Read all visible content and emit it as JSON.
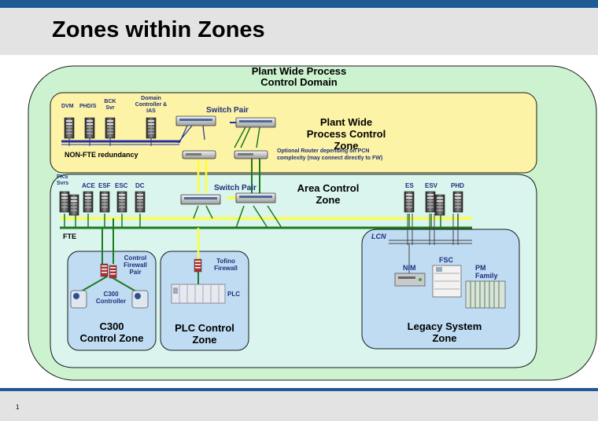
{
  "title": "Zones within Zones",
  "page_number": "1",
  "domain": {
    "line1": "Plant Wide Process",
    "line2": "Control Domain"
  },
  "pcz": {
    "title_line1": "Plant Wide",
    "title_line2": "Process Control",
    "title_line3": "Zone",
    "router_note_line1": "Optional Router  depending on PCN",
    "router_note_line2": "complexity (may connect directly to FW)",
    "redundancy": "NON-FTE redundancy",
    "switch_pair": "Switch Pair",
    "servers": {
      "dvm": "DVM",
      "phds": "PHD/S",
      "bck_line1": "BCK",
      "bck_line2": "Svr",
      "dc_line1": "Domain",
      "dc_line2": "Controller &",
      "dc_line3": "IAS"
    }
  },
  "acz": {
    "title_line1": "Area Control",
    "title_line2": "Zone",
    "switch_pair": "Switch Pair",
    "fte": "FTE",
    "servers": {
      "pks_line1": "PKS",
      "pks_line2": "Svrs",
      "ace": "ACE",
      "esf": "ESF",
      "esc": "ESC",
      "dc": "DC",
      "es": "ES",
      "esv": "ESV",
      "phd": "PHD"
    }
  },
  "c300": {
    "firewall_line1": "Control",
    "firewall_line2": "Firewall",
    "firewall_line3": "Pair",
    "controller_line1": "C300",
    "controller_line2": "Controller",
    "zone_line1": "C300",
    "zone_line2": "Control Zone"
  },
  "plc": {
    "firewall_line1": "Tofino",
    "firewall_line2": "Firewall",
    "device": "PLC",
    "zone_line1": "PLC Control",
    "zone_line2": "Zone"
  },
  "legacy": {
    "lcn": "LCN",
    "nim": "NIM",
    "fsc": "FSC",
    "pm_line1": "PM",
    "pm_line2": "Family",
    "zone_line1": "Legacy System",
    "zone_line2": "Zone"
  },
  "colors": {
    "header_bar": "#1f5a96",
    "domain_fill": "#ccf2cf",
    "pcz_fill": "#fdf3a6",
    "acz_fill": "#d9f5ee",
    "subzone_fill": "#bfdcf3",
    "green_line": "#1e7a1e",
    "yellow_line": "#ffff33",
    "blue_line": "#2030a0"
  }
}
